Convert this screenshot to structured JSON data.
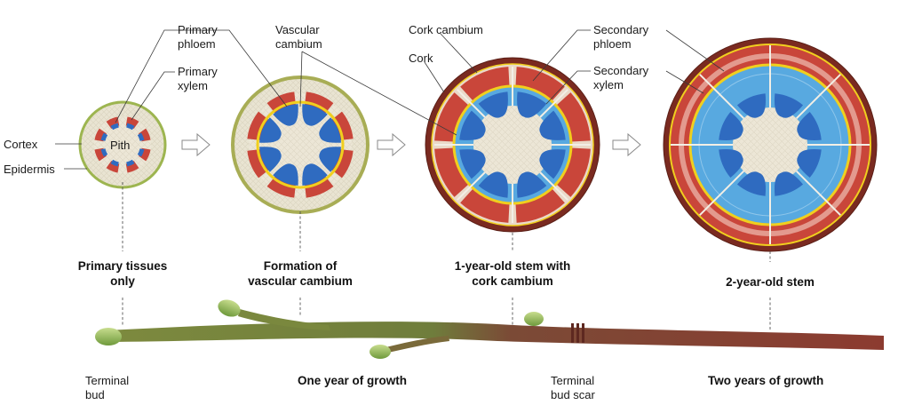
{
  "stages": [
    {
      "caption": [
        "Primary tissues",
        "only"
      ]
    },
    {
      "caption": [
        "Formation of",
        "vascular cambium"
      ]
    },
    {
      "caption": [
        "1-year-old stem with",
        "cork cambium"
      ]
    },
    {
      "caption": [
        "2-year-old stem"
      ]
    }
  ],
  "labels": {
    "primary_phloem": [
      "Primary",
      "phloem"
    ],
    "vascular_cambium": [
      "Vascular",
      "cambium"
    ],
    "primary_xylem": [
      "Primary",
      "xylem"
    ],
    "cortex": "Cortex",
    "epidermis": "Epidermis",
    "pith": "Pith",
    "cork_cambium": "Cork cambium",
    "cork": "Cork",
    "secondary_phloem": [
      "Secondary",
      "phloem"
    ],
    "secondary_xylem": [
      "Secondary",
      "xylem"
    ]
  },
  "branch_labels": {
    "terminal_bud": [
      "Terminal",
      "bud"
    ],
    "one_year": "One year of growth",
    "terminal_bud_scar": [
      "Terminal",
      "bud scar"
    ],
    "two_years": "Two years of growth"
  },
  "colors": {
    "pith": "#ece6d6",
    "xylem": "#2f6bc0",
    "secondary_xylem": "#58a9e0",
    "phloem": "#c9463a",
    "cambium": "#f0cf1e",
    "epidermis": "#9db550",
    "cortex": "#e9e4d2",
    "cork": "#7a2a20",
    "young_twig": "#6b7a3a",
    "old_twig": "#8a3a30",
    "bud": "#9fc06a"
  }
}
